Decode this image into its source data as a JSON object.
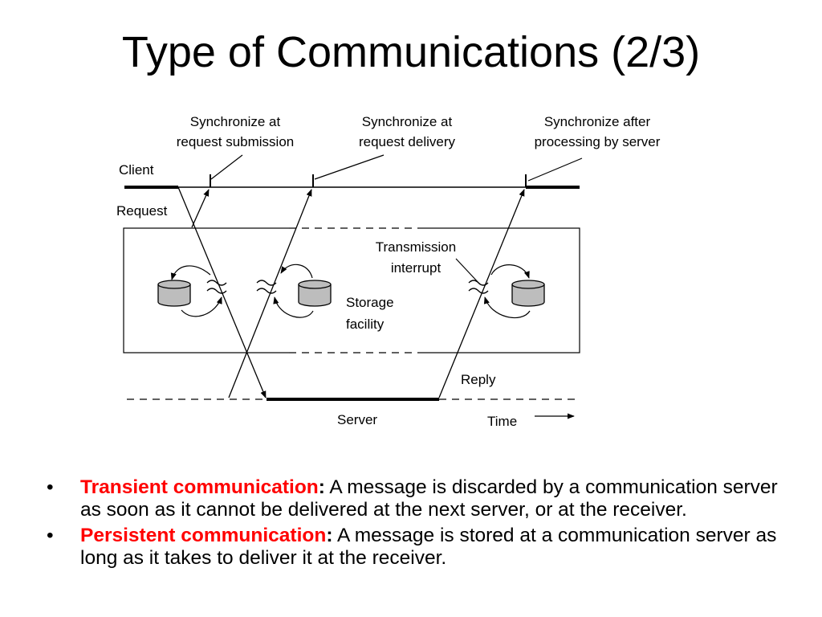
{
  "title": "Type of Communications (2/3)",
  "diagram": {
    "labels": {
      "sync_submission_1": "Synchronize at",
      "sync_submission_2": "request submission",
      "sync_delivery_1": "Synchronize at",
      "sync_delivery_2": "request delivery",
      "sync_processing_1": "Synchronize after",
      "sync_processing_2": "processing by server",
      "client": "Client",
      "request": "Request",
      "transmission_1": "Transmission",
      "transmission_2": "interrupt",
      "storage_1": "Storage",
      "storage_2": "facility",
      "reply": "Reply",
      "server": "Server",
      "time": "Time"
    },
    "colors": {
      "line": "#000000",
      "disk_fill": "#bdbdbd"
    },
    "icons": [
      "storage-disk-icon",
      "transmission-interrupt-icon",
      "arrow-right-icon"
    ]
  },
  "bullets": [
    {
      "marker": "•",
      "term": "Transient communication",
      "colon": ":",
      "text": " A message is discarded by a communication server as soon as it cannot be delivered at the next server, or at the receiver."
    },
    {
      "marker": "•",
      "term": "Persistent communication",
      "colon": ":",
      "text": " A message is stored at a communication server as long as it takes to deliver it at the receiver."
    }
  ],
  "accent_color": "#ff0000"
}
